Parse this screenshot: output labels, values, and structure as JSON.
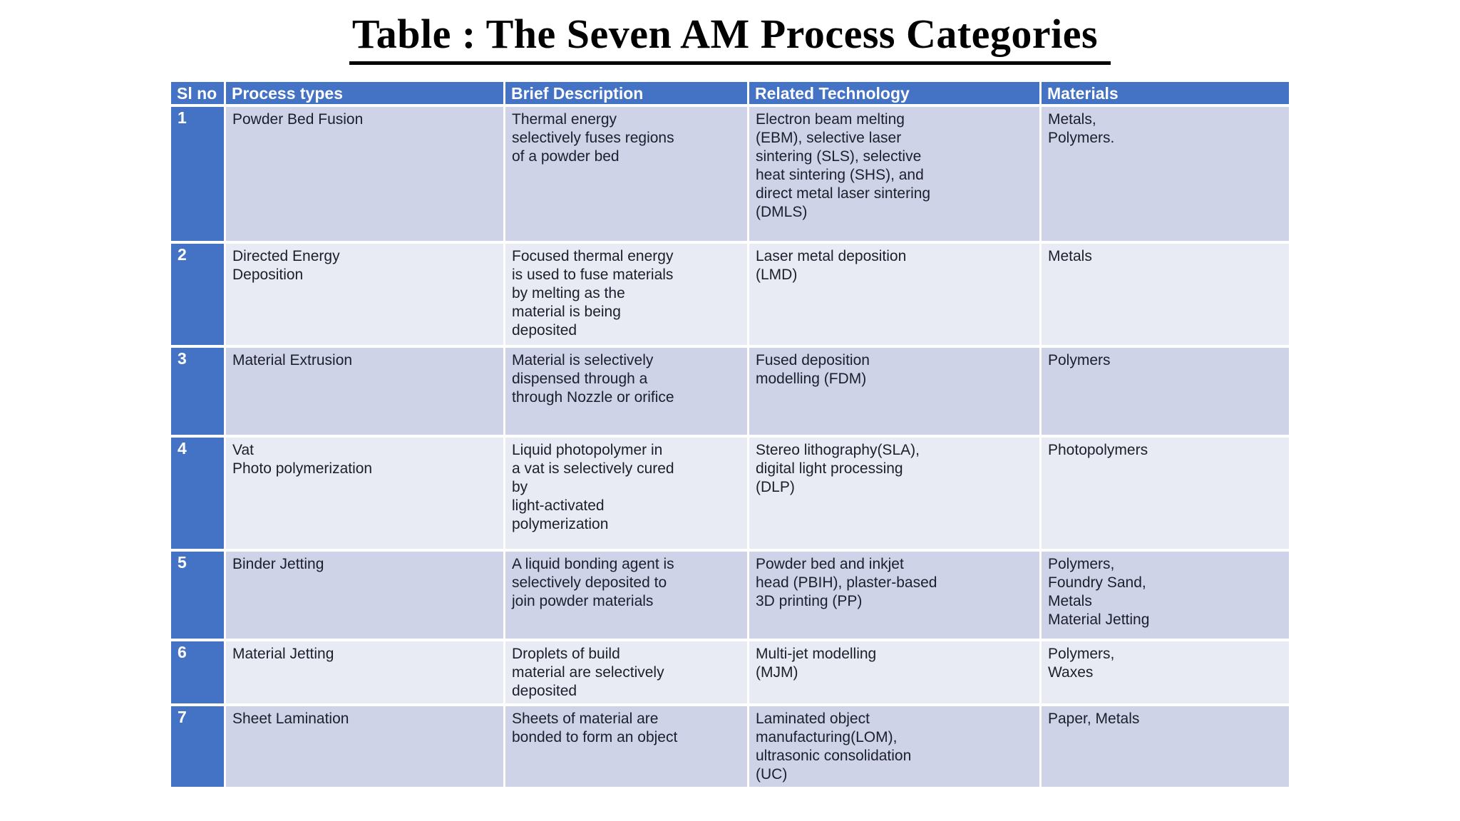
{
  "page": {
    "title": "Table : The Seven AM Process Categories"
  },
  "colors": {
    "header_bg": "#4472C4",
    "number_column_bg": "#4472C4",
    "band_dark": "#CED3E8",
    "band_light": "#E9EBF4",
    "header_text": "#FFFFFF",
    "body_text": "#1C1F2B",
    "page_bg": "#FFFFFF"
  },
  "table": {
    "columns": [
      "Sl no",
      "Process types",
      "Brief Description",
      "Related Technology",
      "Materials"
    ],
    "rows": [
      {
        "sl_no": "1",
        "process_type": "Powder Bed Fusion",
        "description": "Thermal energy\nselectively fuses regions\nof a powder bed",
        "technology": "Electron beam melting\n(EBM), selective laser\nsintering (SLS), selective\nheat sintering (SHS), and\ndirect metal laser sintering\n(DMLS)",
        "materials": "Metals,\nPolymers."
      },
      {
        "sl_no": "2",
        "process_type": "Directed Energy\nDeposition",
        "description": "Focused thermal energy\nis used to fuse materials\nby melting as the\nmaterial is being\ndeposited",
        "technology": "Laser metal deposition\n(LMD)",
        "materials": "Metals"
      },
      {
        "sl_no": "3",
        "process_type": "Material Extrusion",
        "description": "Material is selectively\ndispensed through a\nthrough Nozzle or orifice",
        "technology": "Fused deposition\nmodelling (FDM)",
        "materials": "Polymers"
      },
      {
        "sl_no": "4",
        "process_type": "Vat\nPhoto polymerization",
        "description": "Liquid photopolymer in\na vat is selectively cured\nby\nlight-activated\npolymerization",
        "technology": "Stereo lithography(SLA),\ndigital light processing\n(DLP)",
        "materials": "Photopolymers"
      },
      {
        "sl_no": "5",
        "process_type": "Binder Jetting",
        "description": "A liquid bonding agent is\nselectively deposited to\njoin powder materials",
        "technology": "Powder bed and inkjet\nhead (PBIH), plaster-based\n3D printing (PP)",
        "materials": "Polymers,\nFoundry Sand,\nMetals\nMaterial Jetting"
      },
      {
        "sl_no": "6",
        "process_type": "Material Jetting",
        "description": "Droplets of build\nmaterial are selectively\ndeposited",
        "technology": "Multi-jet modelling\n(MJM)",
        "materials": "Polymers,\nWaxes"
      },
      {
        "sl_no": "7",
        "process_type": "Sheet Lamination",
        "description": "Sheets of material are\nbonded to form an object",
        "technology": "Laminated object\nmanufacturing(LOM),\nultrasonic consolidation\n(UC)",
        "materials": "Paper, Metals"
      }
    ]
  }
}
